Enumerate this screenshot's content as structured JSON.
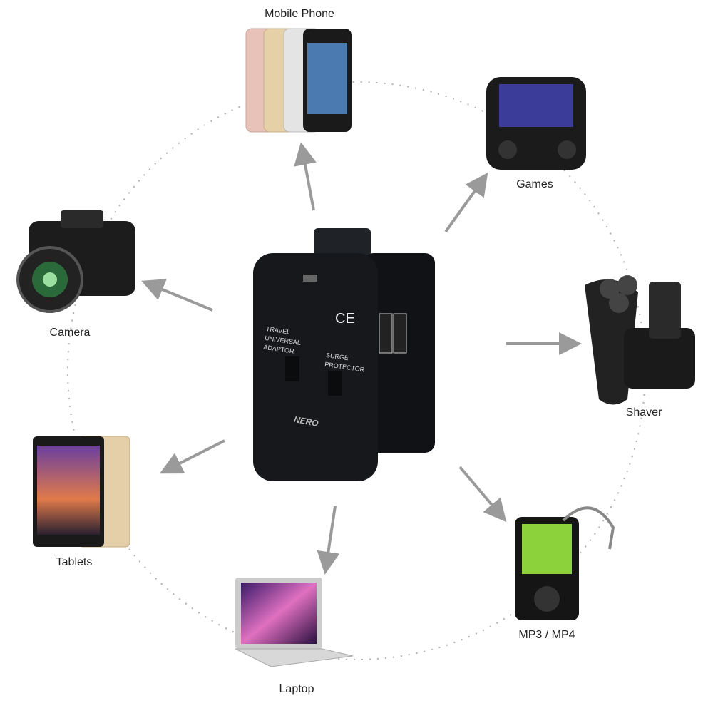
{
  "devices": [
    {
      "label": "Mobile Phone"
    },
    {
      "label": "Games"
    },
    {
      "label": "Shaver"
    },
    {
      "label": "MP3 / MP4"
    },
    {
      "label": "Laptop"
    },
    {
      "label": "Tablets"
    },
    {
      "label": "Camera"
    }
  ],
  "adapter": {
    "line1": "TRAVEL",
    "line2": "UNIVERSAL",
    "line3": "ADAPTOR",
    "surge1": "SURGE",
    "surge2": "PROTECTOR",
    "ce": "CE",
    "brand": "NERO"
  },
  "colors": {
    "arrow": "#9a9a9a",
    "adapter": "#16181c",
    "dots": "#b0b0b0"
  }
}
